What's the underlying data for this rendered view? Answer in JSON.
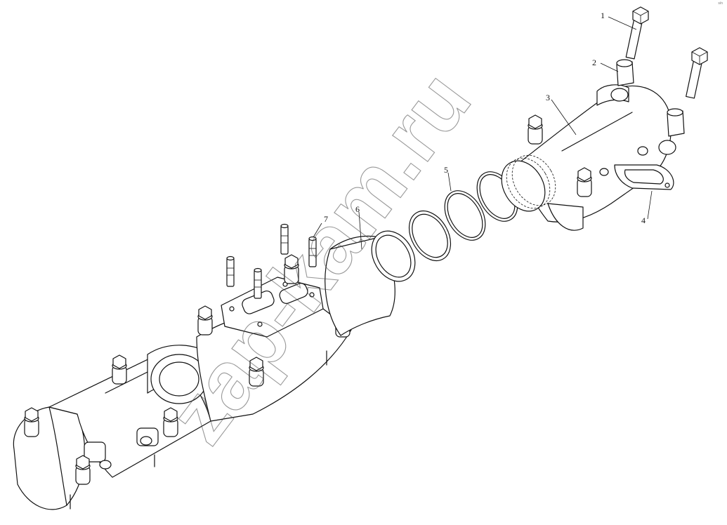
{
  "diagram": {
    "callouts": [
      "1",
      "2",
      "3",
      "4",
      "5",
      "6",
      "7"
    ],
    "watermark": "zap-kam.ru",
    "corner_mark": "s/n"
  }
}
